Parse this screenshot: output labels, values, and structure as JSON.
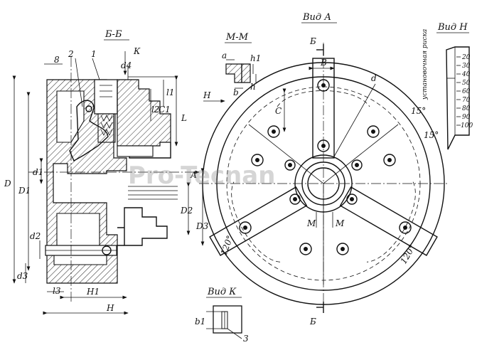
{
  "section_views": {
    "b_b_title": "Б-Б",
    "m_m_title": "М-М",
    "view_a_title": "Вид А",
    "view_h_title": "Вид Н",
    "view_k_title": "Вид К"
  },
  "leader_labels": {
    "part_1": "1",
    "part_2": "2",
    "part_3": "3",
    "arrow_k": "К",
    "arrow_a": "А",
    "arrow_h": "Н",
    "arrow_b_top": "Б",
    "arrow_b_bottom": "Б",
    "mark_m_left": "М",
    "mark_m_right": "М"
  },
  "dimensions": {
    "D": "D",
    "D1": "D1",
    "D2": "D2",
    "D3": "D3",
    "d1": "d1",
    "d2": "d2",
    "d3": "d3",
    "d4": "d4",
    "d": "d",
    "L": "L",
    "l1": "l1",
    "l2": "l2",
    "l3": "l3",
    "H": "H",
    "H1": "H1",
    "h": "h",
    "h1": "h1",
    "a": "a",
    "b": "b",
    "b1": "b1",
    "B": "B",
    "C": "С",
    "C1": "С1",
    "dim_8": "8"
  },
  "angles": {
    "a15_top": "15°",
    "a15_right": "15°",
    "a120_left": "120°",
    "a120_right": "120°"
  },
  "view_h": {
    "caption": "установочная риска",
    "scale": [
      "20",
      "30",
      "40",
      "50",
      "60",
      "70",
      "80",
      "90",
      "100"
    ]
  },
  "watermark": "Pro-Tecnan"
}
